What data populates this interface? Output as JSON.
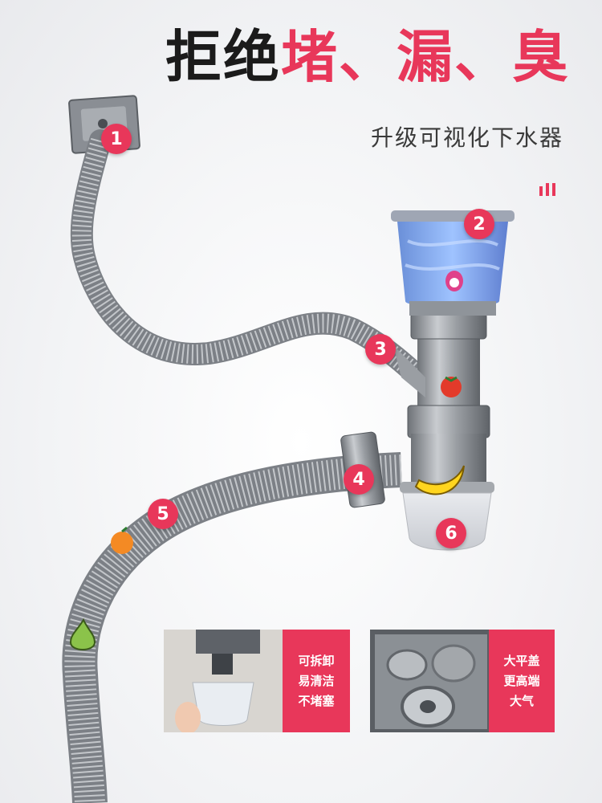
{
  "headline": {
    "part1": "拒绝",
    "part2": "堵、漏、臭"
  },
  "subtitle": "升级可视化下水器",
  "callouts": [
    "1",
    "2",
    "3",
    "4",
    "5",
    "6"
  ],
  "photos": [
    {
      "label_lines": [
        "可拆卸",
        "易清洁",
        "不堵塞"
      ]
    },
    {
      "label_lines": [
        "大平盖",
        "更高端",
        "大气"
      ]
    }
  ],
  "colors": {
    "accent": "#e8375a",
    "text": "#1b1b1b",
    "pipe": "#8d9197"
  }
}
